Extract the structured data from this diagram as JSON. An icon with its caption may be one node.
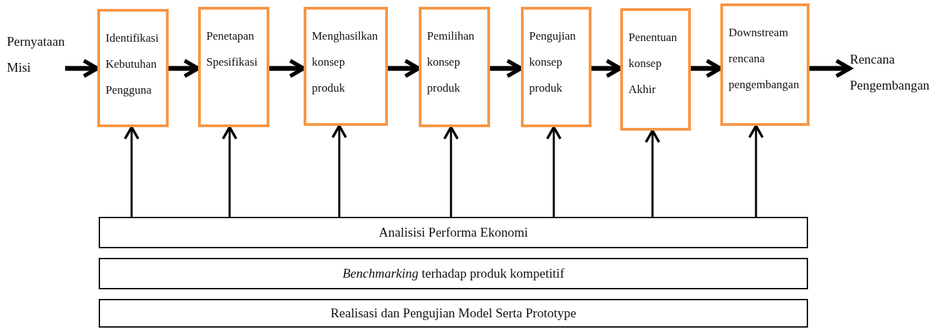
{
  "diagram": {
    "nodes": [
      {
        "text": [
          "Pernyataan Misi"
        ]
      },
      {
        "text": [
          "Identifikasi Kebutuhan Pengguna"
        ]
      },
      {
        "text": [
          "Penetapan Spesifikasi"
        ]
      },
      {
        "text": [
          "Menghasilkan konsep produk"
        ]
      },
      {
        "text": [
          "Pemilihan konsep produk"
        ]
      },
      {
        "text": [
          "Pengujian konsep produk"
        ]
      },
      {
        "text": [
          "Penentuan konsep Akhir"
        ]
      },
      {
        "text": [
          "Downstream rencana pengembangan"
        ]
      },
      {
        "text": [
          "Rencana Pengembangan"
        ]
      },
      {
        "text": [
          "Analisisi Performa Ekonomi"
        ]
      },
      {
        "text": [
          "*Benchmarking*  terhadap produk kompetitif"
        ]
      },
      {
        "text": [
          "Realisasi dan Pengujian Model Serta Prototype"
        ]
      }
    ],
    "edges": [
      {
        "from": 0,
        "to": 1,
        "arrow": "to"
      },
      {
        "from": 1,
        "to": 2,
        "arrow": "to"
      },
      {
        "from": 2,
        "to": 3,
        "arrow": "to"
      },
      {
        "from": 3,
        "to": 4,
        "arrow": "to"
      },
      {
        "from": 4,
        "to": 5,
        "arrow": "to"
      },
      {
        "from": 5,
        "to": 6,
        "arrow": "to"
      },
      {
        "from": 6,
        "to": 7,
        "arrow": "to"
      },
      {
        "from": 7,
        "to": 8,
        "arrow": "to"
      },
      {
        "from": 9,
        "to": 1,
        "arrow": "to"
      },
      {
        "from": 9,
        "to": 2,
        "arrow": "to"
      },
      {
        "from": 9,
        "to": 3,
        "arrow": "to"
      },
      {
        "from": 9,
        "to": 4,
        "arrow": "to"
      },
      {
        "from": 9,
        "to": 5,
        "arrow": "to"
      },
      {
        "from": 9,
        "to": 6,
        "arrow": "to"
      },
      {
        "from": 9,
        "to": 7,
        "arrow": "to"
      }
    ]
  }
}
